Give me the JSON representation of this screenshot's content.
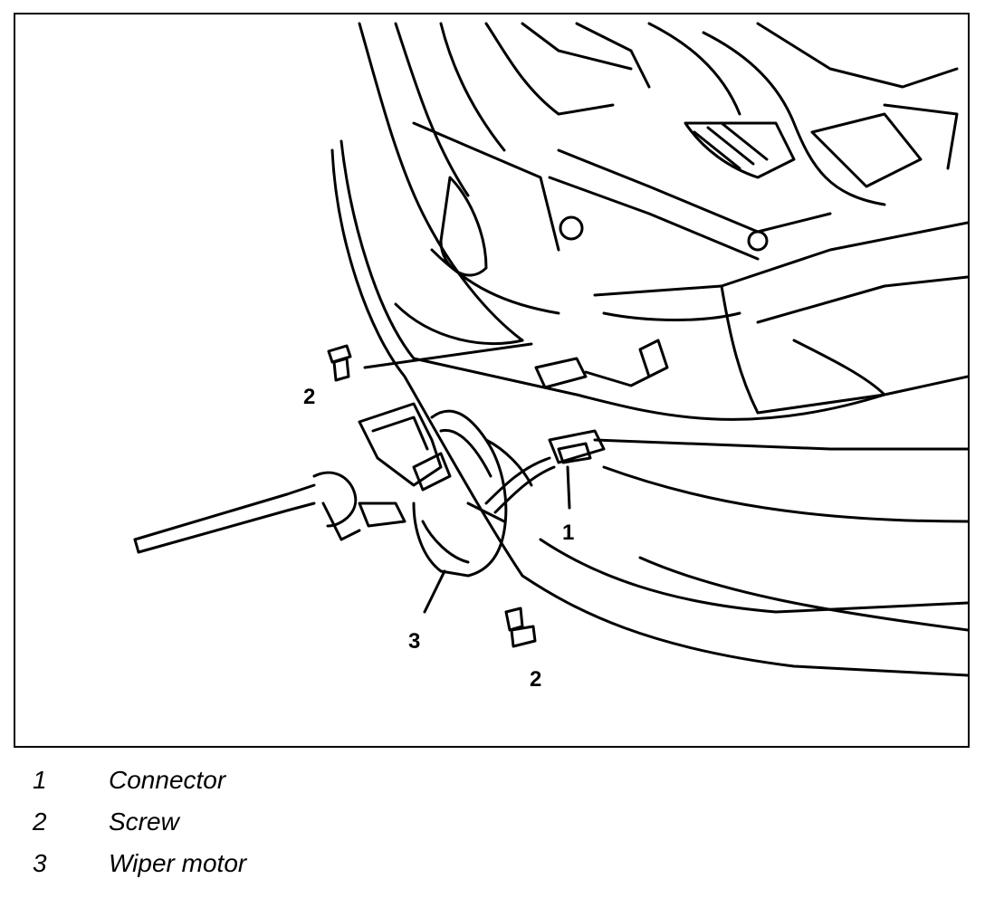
{
  "figure": {
    "callouts": [
      {
        "number": "1"
      },
      {
        "number": "2"
      },
      {
        "number": "3"
      },
      {
        "number": "2"
      }
    ]
  },
  "legend": {
    "items": [
      {
        "number": "1",
        "label": "Connector"
      },
      {
        "number": "2",
        "label": "Screw"
      },
      {
        "number": "3",
        "label": "Wiper motor"
      }
    ]
  }
}
